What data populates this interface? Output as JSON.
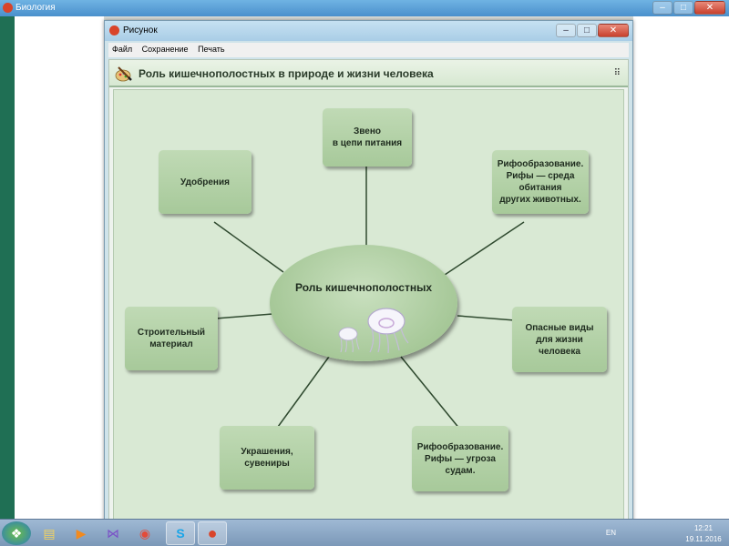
{
  "outer_window": {
    "title": "Биология",
    "buttons": [
      "–",
      "□",
      "✕"
    ]
  },
  "inner_window": {
    "title": "Рисунок",
    "buttons": [
      "–",
      "□",
      "✕"
    ],
    "menu": [
      "Файл",
      "Сохранение",
      "Печать"
    ]
  },
  "content": {
    "heading": "Роль кишечнополостных в природе и жизни человека",
    "expand_icon": "⠿"
  },
  "diagram": {
    "center": "Роль кишечнополостных",
    "nodes": {
      "food_chain": [
        "Звено",
        "в цепи питания"
      ],
      "fertilizer": [
        "Удобрения"
      ],
      "reef_habitat": [
        "Рифообразование.",
        "Рифы — среда",
        "обитания",
        "других животных."
      ],
      "building": [
        "Строительный",
        "материал"
      ],
      "dangerous": [
        "Опасные виды",
        "для жизни",
        "человека"
      ],
      "souvenirs": [
        "Украшения,",
        "сувениры"
      ],
      "reef_threat": [
        "Рифообразование.",
        "Рифы — угроза",
        "судам."
      ]
    }
  },
  "taskbar": {
    "items": [
      {
        "name": "start-orb-icon",
        "glyph": "❖"
      },
      {
        "name": "file-explorer-icon",
        "glyph": "▤"
      },
      {
        "name": "media-player-icon",
        "glyph": "▶"
      },
      {
        "name": "visual-studio-icon",
        "glyph": "⋈"
      },
      {
        "name": "chrome-icon",
        "glyph": "◉"
      },
      {
        "name": "skype-icon",
        "glyph": "S"
      },
      {
        "name": "apple-app-icon",
        "glyph": "●"
      }
    ],
    "language": "EN",
    "time": "12:21",
    "date": "19.11.2016"
  }
}
